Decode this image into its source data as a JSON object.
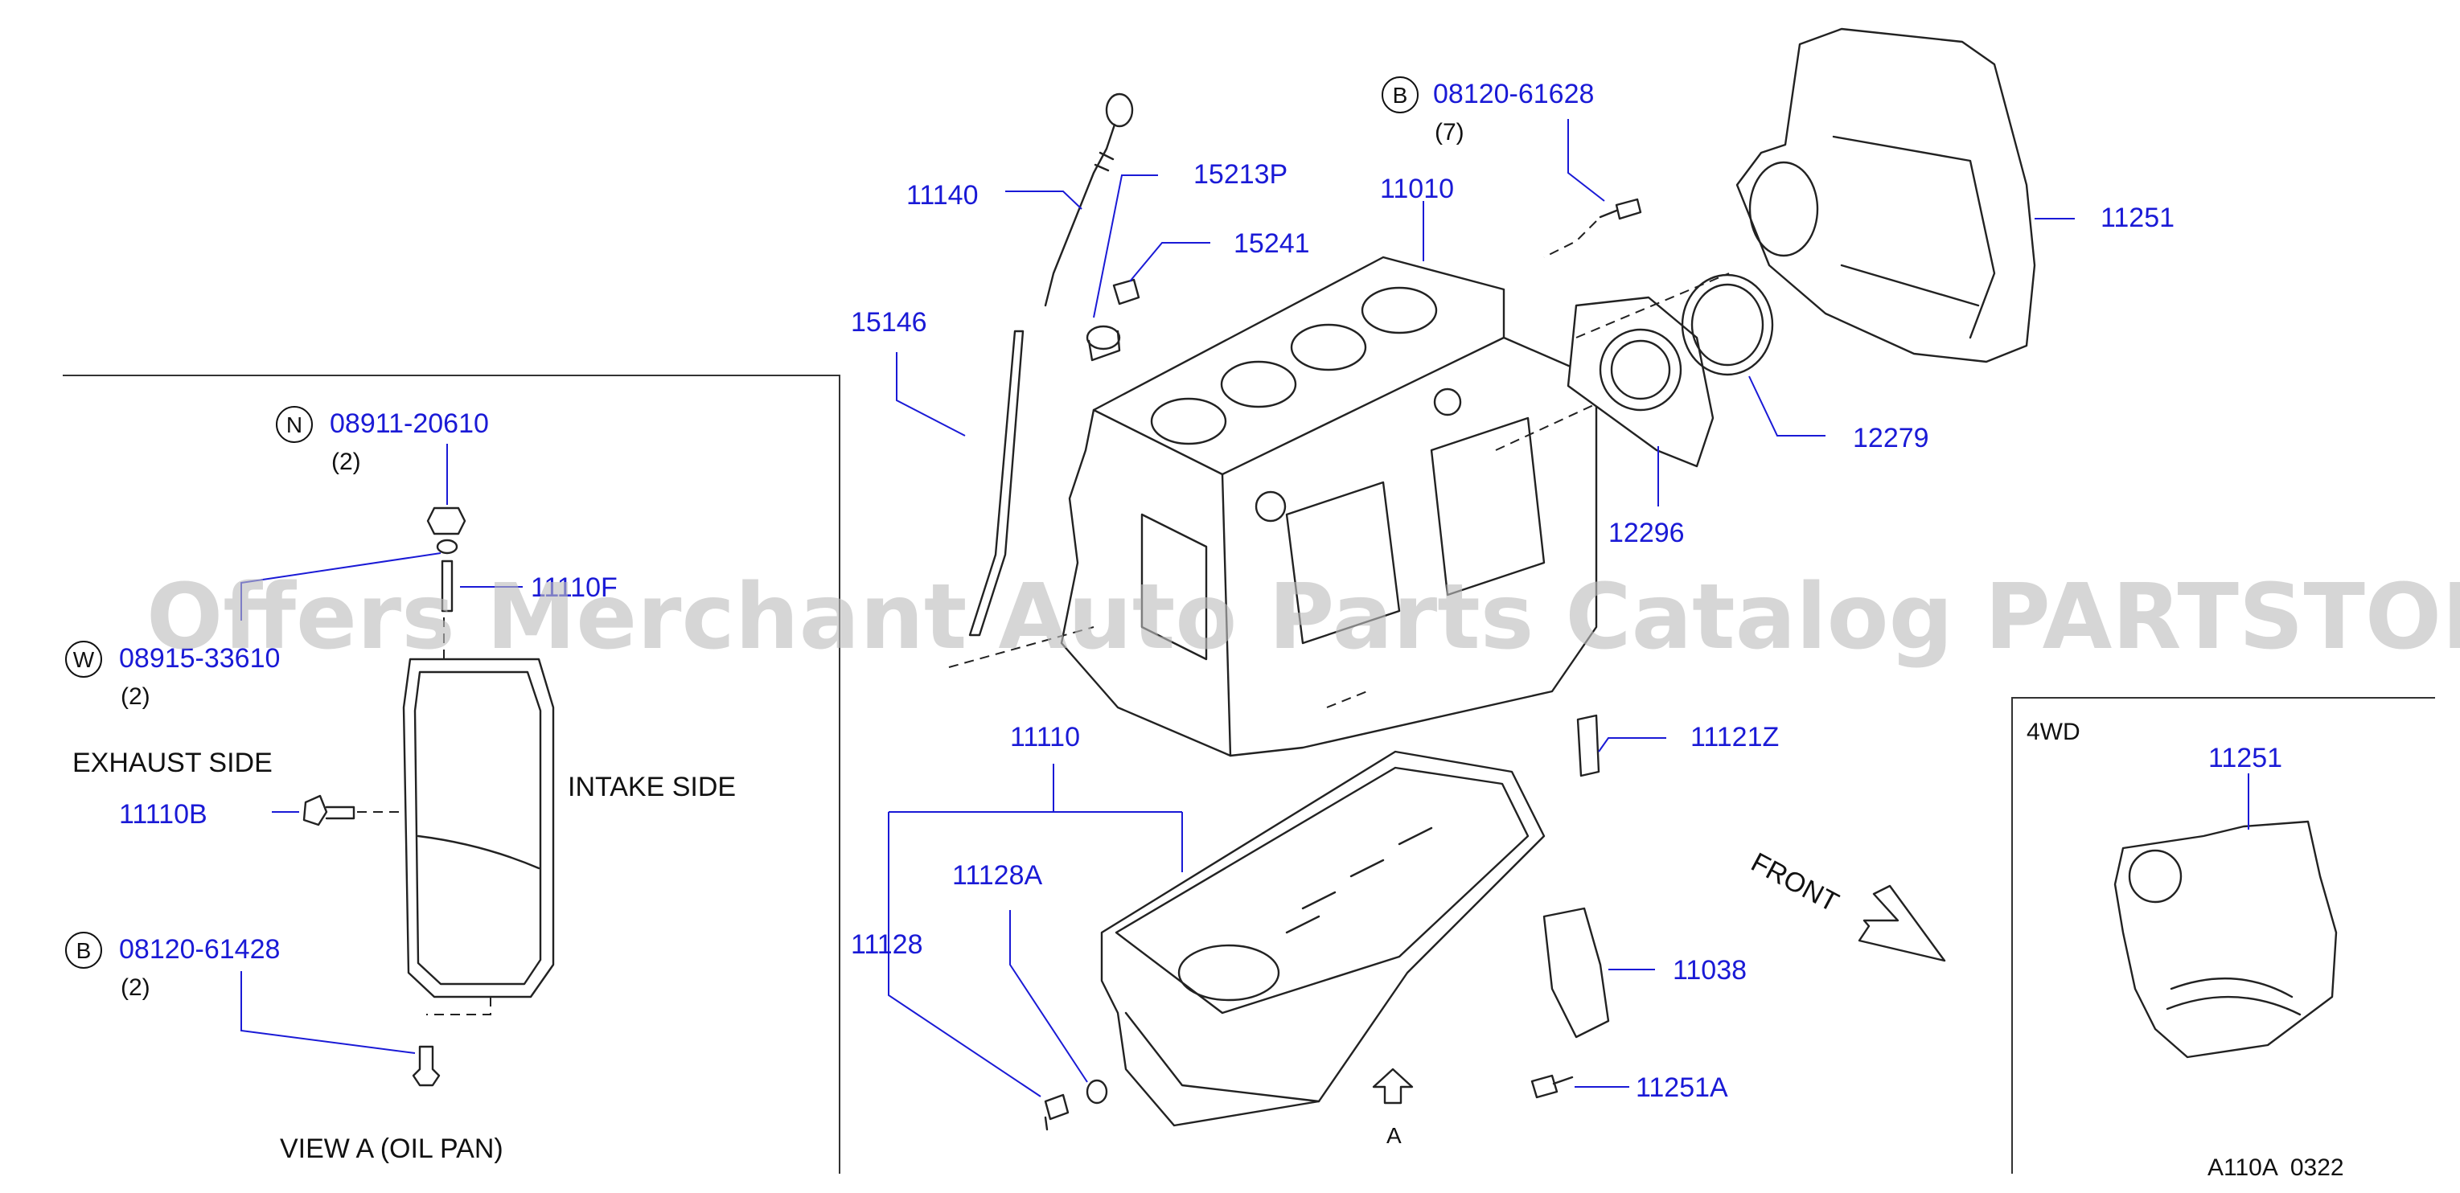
{
  "watermark": "Offers Merchant Auto Parts Catalog PARTSTORE.SA",
  "diagram_code": "A110A  0322",
  "view_label": "VIEW  A  (OIL  PAN)",
  "exhaust_label": "EXHAUST  SIDE",
  "intake_label": "INTAKE  SIDE",
  "front_label": "FRONT",
  "arrow_a_label": "A",
  "inset_label": "4WD",
  "parts": {
    "p11140": "11140",
    "p15213P": "15213P",
    "p11010": "11010",
    "p15241": "15241",
    "p15146": "15146",
    "p11251": "11251",
    "p12279": "12279",
    "p12296": "12296",
    "p11110F": "11110F",
    "p11110B": "11110B",
    "p11110": "11110",
    "p11121Z": "11121Z",
    "p11128A": "11128A",
    "p11128": "11128",
    "p11038": "11038",
    "p11251A": "11251A",
    "p11251_4wd": "11251"
  },
  "fasteners": {
    "b_top": {
      "letter": "B",
      "number": "08120-61628",
      "qty": "(7)"
    },
    "n_nut": {
      "letter": "N",
      "number": "08911-20610",
      "qty": "(2)"
    },
    "w_washer": {
      "letter": "W",
      "number": "08915-33610",
      "qty": "(2)"
    },
    "b_bottom": {
      "letter": "B",
      "number": "08120-61428",
      "qty": "(2)"
    }
  }
}
